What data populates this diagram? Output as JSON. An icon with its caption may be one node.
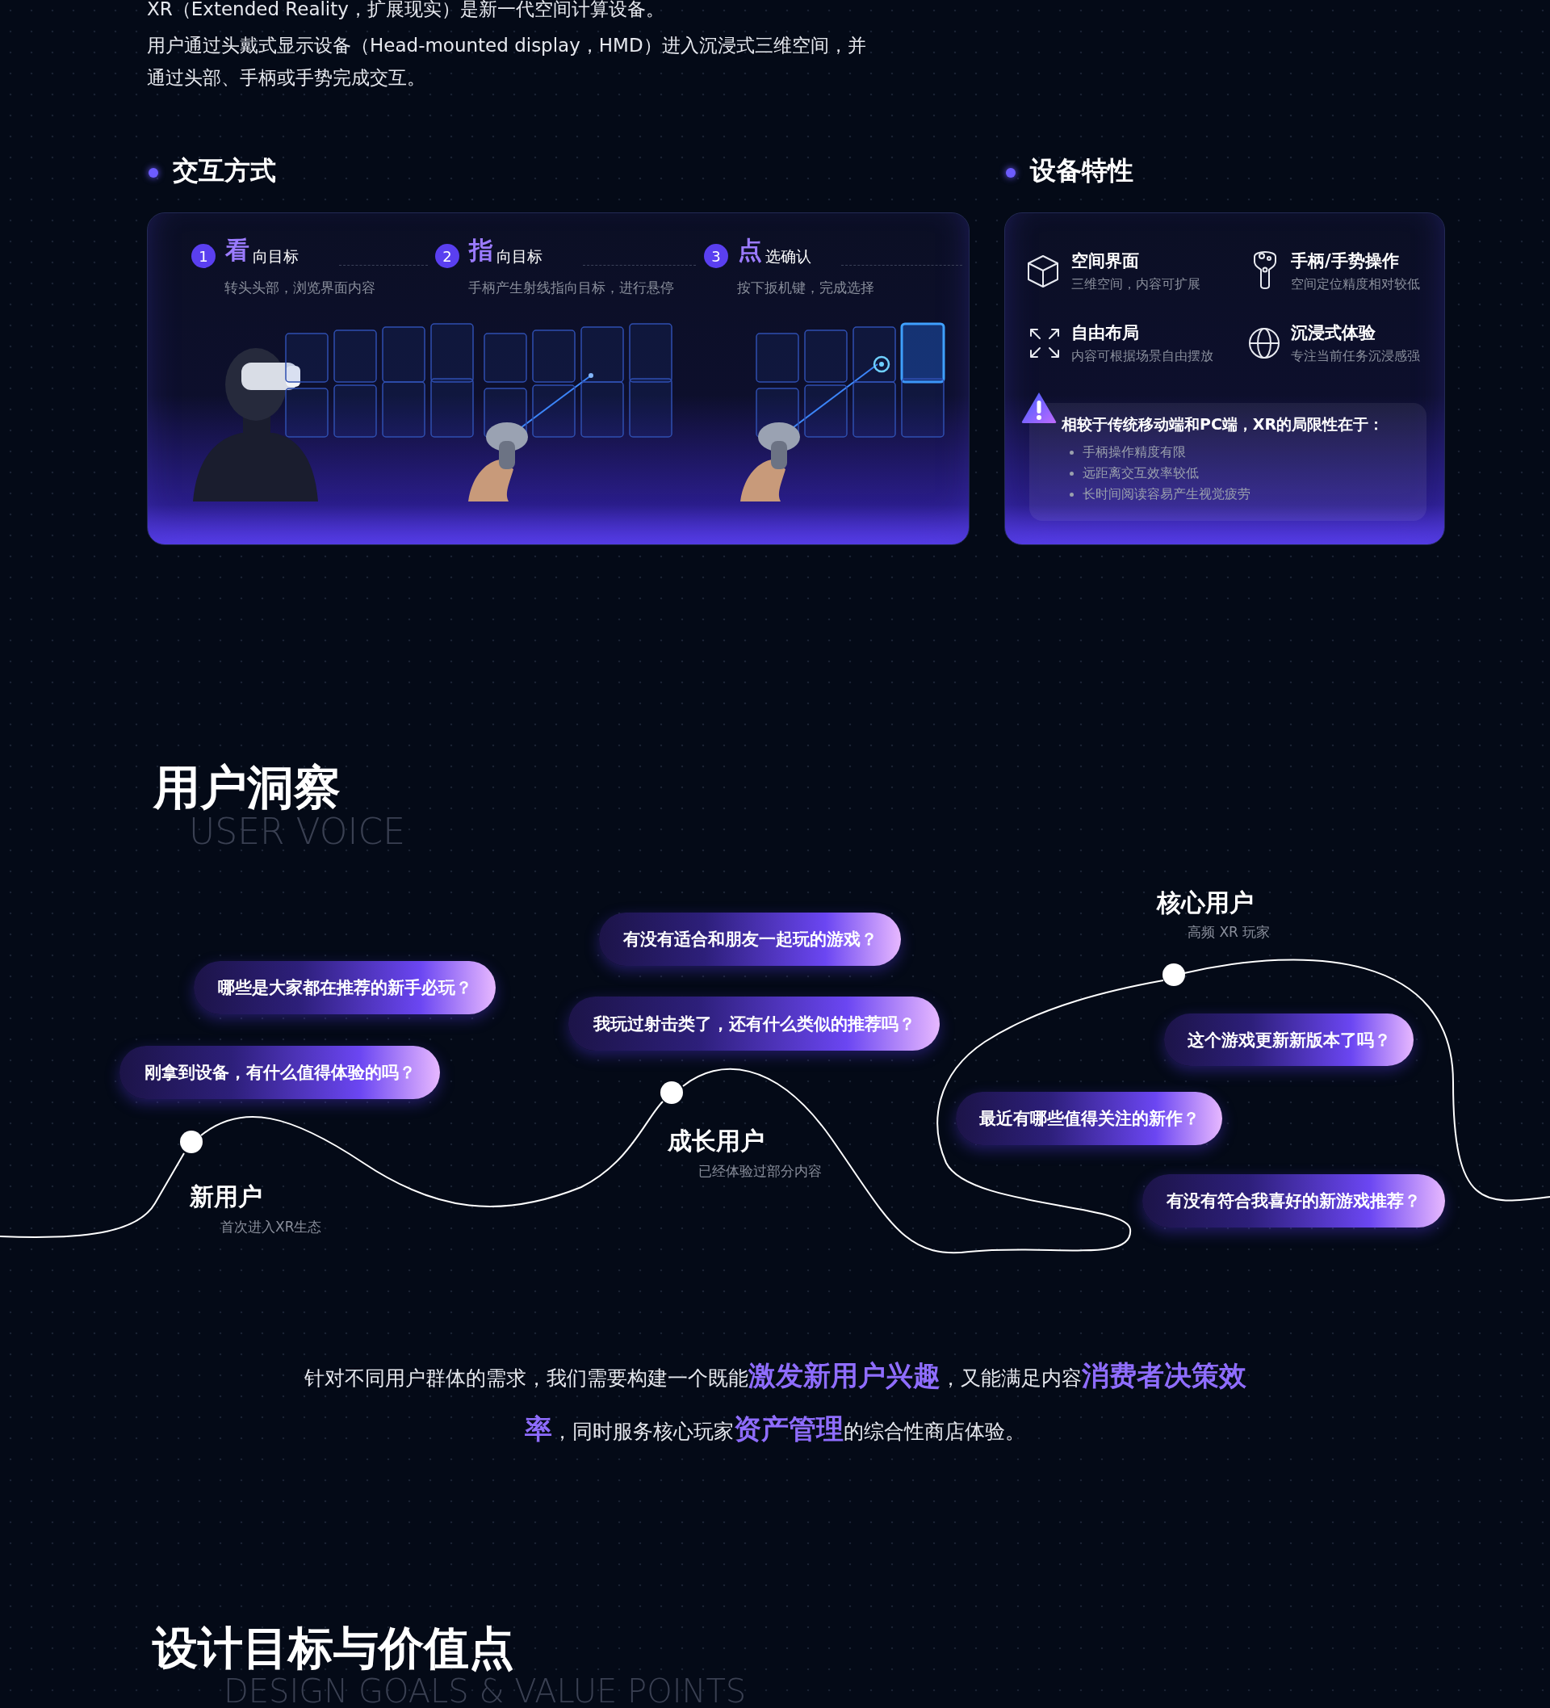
{
  "diagram": {
    "nodes": [
      {
        "text": [
          "交互方式"
        ]
      },
      {
        "text": [
          "设备特性"
        ]
      },
      {
        "text": [
          "相较于传统移动端和PC端，XR的局限性在于：",
          "手柄操作精度有限",
          "远距离交互效率较低",
          "长时间阅读容易产生视觉疲劳"
        ],
        "in": 1
      },
      {
        "text": [
          "有没有适合和朋友一起玩的游戏？"
        ]
      },
      {
        "text": [
          "哪些是大家都在推荐的新手必玩？"
        ]
      },
      {
        "text": [
          "我玩过射击类了，还有什么类似的推荐吗？"
        ]
      },
      {
        "text": [
          "这个游戏更新新版本了吗？"
        ]
      },
      {
        "text": [
          "刚拿到设备，有什么值得体验的吗？"
        ]
      },
      {
        "text": [
          "最近有哪些值得关注的新作？"
        ]
      },
      {
        "text": [
          "有没有符合我喜好的新游戏推荐？"
        ]
      },
      {
        "text": [],
        "shape": "circle",
        "beside": [
          "新用户",
          "首次进入XR生态"
        ]
      },
      {
        "text": [],
        "shape": "circle",
        "beside": [
          "成长用户",
          "已经体验过部分内容"
        ]
      },
      {
        "text": [],
        "shape": "circle",
        "beside": [
          "核心用户",
          "高频 XR 玩家"
        ]
      }
    ],
    "edges": [
      {
        "from": null,
        "to": 10,
        "arrow": "none"
      },
      {
        "from": 10,
        "to": 11,
        "arrow": "none"
      },
      {
        "from": 11,
        "to": 12,
        "arrow": "none"
      },
      {
        "from": 12,
        "to": null,
        "arrow": "none"
      }
    ],
    "labels": [
      "XR（Extended Reality，扩展现实）是新一代空间计算设备。",
      "用户通过头戴式显示设备（Head-mounted display，HMD）进入沉浸式三维空间，并通过头部、手柄或手势完成交互。",
      "1",
      "看",
      "向目标",
      "转头头部，浏览界面内容",
      "2",
      "指",
      "向目标",
      "手柄产生射线指向目标，进行悬停",
      "3",
      "点",
      "选确认",
      "按下扳机键，完成选择",
      "空间界面",
      "三维空间，内容可扩展",
      "手柄/手势操作",
      "空间定位精度相对较低",
      "自由布局",
      "内容可根据场景自由摆放",
      "沉浸式体验",
      "专注当前任务沉浸感强",
      "用户洞察",
      "USER VOICE",
      "针对不同用户群体的需求，我们需要构建一个既能**激发新用户兴趣**，又能满足内容**消费者决策效率**，同时服务核心玩家**资产管理**的综合性商店体验。",
      "设计目标与价值点",
      "DESIGN GOALS & VALUE POINTS"
    ]
  }
}
